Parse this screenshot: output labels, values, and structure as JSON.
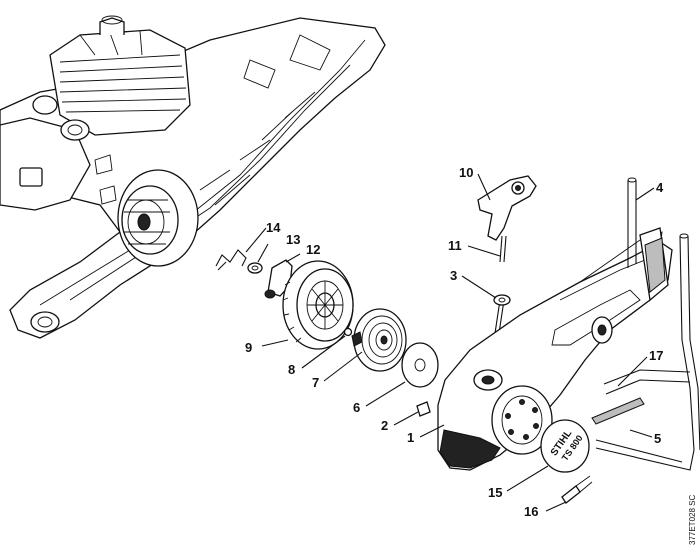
{
  "figure_code": "377ET028 SC",
  "brand_mark": "STIHL",
  "model_mark": "TS 800",
  "callouts": [
    {
      "id": "1",
      "text": "1"
    },
    {
      "id": "2",
      "text": "2"
    },
    {
      "id": "3",
      "text": "3"
    },
    {
      "id": "4",
      "text": "4"
    },
    {
      "id": "5",
      "text": "5"
    },
    {
      "id": "6",
      "text": "6"
    },
    {
      "id": "7",
      "text": "7"
    },
    {
      "id": "8",
      "text": "8"
    },
    {
      "id": "9",
      "text": "9"
    },
    {
      "id": "10",
      "text": "10"
    },
    {
      "id": "11",
      "text": "11"
    },
    {
      "id": "12",
      "text": "12"
    },
    {
      "id": "13",
      "text": "13"
    },
    {
      "id": "14",
      "text": "14"
    },
    {
      "id": "15",
      "text": "15"
    },
    {
      "id": "16",
      "text": "16"
    },
    {
      "id": "17",
      "text": "17"
    }
  ]
}
